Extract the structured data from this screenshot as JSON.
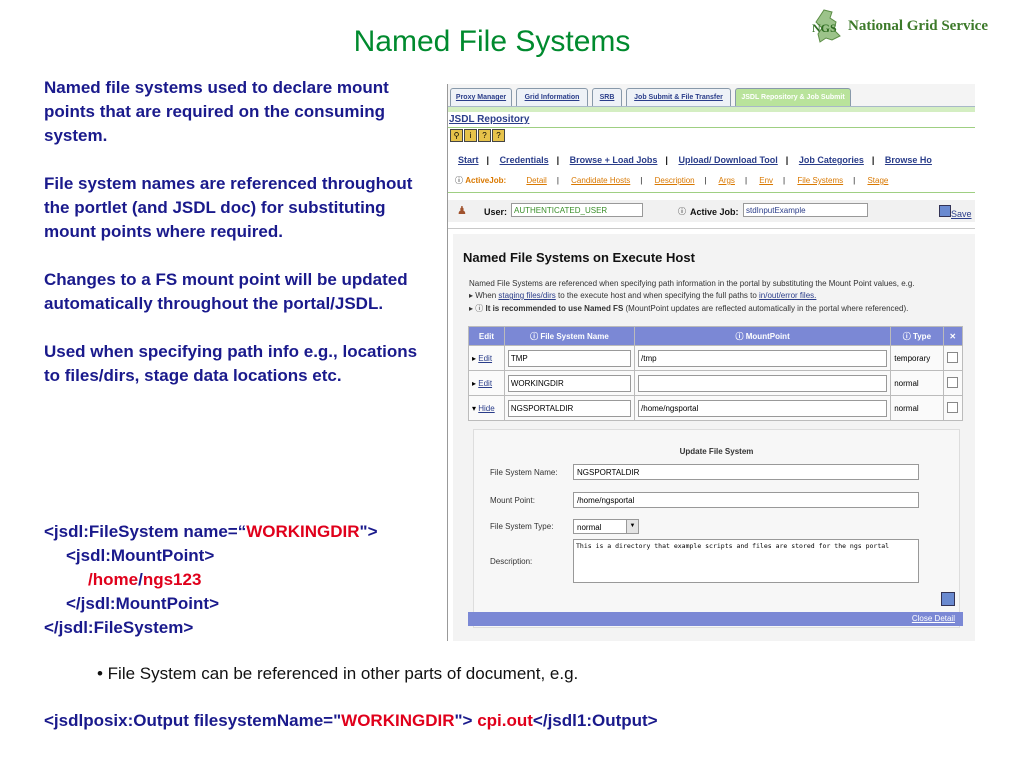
{
  "slide": {
    "title": "Named File Systems",
    "logo_text": "National Grid Service",
    "logo_letters": "NGS"
  },
  "left_text": [
    "Named file systems used to declare mount points that are required on the consuming system.",
    "File system names are referenced throughout the portlet (and JSDL doc) for substituting mount points where required.",
    "Changes to a FS mount point will be updated automatically throughout the portal/JSDL.",
    "Used when specifying path info e.g., locations to  files/dirs, stage data locations etc."
  ],
  "code": {
    "line1_a": "<jsdl:FileSystem name=“",
    "line1_b": "WORKINGDIR",
    "line1_c": "\">",
    "line2": "<jsdl:MountPoint>",
    "line3_a": "/",
    "line3_b": "home",
    "line3_c": "/",
    "line3_d": "ngs123",
    "line4": "</jsdl:MountPoint>",
    "line5": "</jsdl:FileSystem>"
  },
  "bullet": "• File System can be referenced in other parts of document, e.g.",
  "bottom_code": {
    "a": "<jsdlposix:Output filesystemName=\"",
    "b": "WORKINGDIR",
    "c": "\"> ",
    "d": "cpi.out",
    "e": "</jsdl1:Output>"
  },
  "portlet": {
    "tabs": [
      "Proxy Manager",
      "Grid Information",
      "SRB",
      "Job Submit & File Transfer",
      "JSDL Repository & Job Submit"
    ],
    "repo_title": "JSDL Repository",
    "nav": [
      "Start",
      "Credentials",
      "Browse + Load Jobs",
      "Upload/ Download Tool",
      "Job Categories",
      "Browse Ho"
    ],
    "active_job_label": "ActiveJob:",
    "active_links": [
      "Detail",
      "Candidate Hosts",
      "Description",
      "Args",
      "Env",
      "File Systems",
      "Stage"
    ],
    "user_label": "User:",
    "user_value": "AUTHENTICATED_USER",
    "active_job_label2": "Active Job:",
    "active_job_value": "stdInputExample",
    "save_label": "Save",
    "panel_title": "Named File Systems on Execute Host",
    "desc1": "Named File Systems are referenced when specifying path information in the portal by substituting the Mount Point values, e.g.",
    "desc2_a": "When",
    "desc2_link1": "staging files/dirs",
    "desc2_b": "to the execute host and when specifying the full paths to",
    "desc2_link2": "in/out/error files.",
    "desc3_a": "It is recommended to use Named FS",
    "desc3_b": "(MountPoint updates are reflected automatically in the portal where referenced).",
    "table_headers": [
      "Edit",
      "File System Name",
      "MountPoint",
      "Type"
    ],
    "rows": [
      {
        "action": "Edit",
        "name": "TMP",
        "mount": "/tmp",
        "type": "temporary"
      },
      {
        "action": "Edit",
        "name": "WORKINGDIR",
        "mount": "",
        "type": "normal"
      },
      {
        "action": "Hide",
        "name": "NGSPORTALDIR",
        "mount": "/home/ngsportal",
        "type": "normal"
      }
    ],
    "update": {
      "title": "Update File System",
      "name_label": "File System Name:",
      "name_value": "NGSPORTALDIR",
      "mount_label": "Mount Point:",
      "mount_value": "/home/ngsportal",
      "type_label": "File System Type:",
      "type_value": "normal",
      "desc_label": "Description:",
      "desc_value": "This is a directory that example scripts and files are stored for the ngs portal"
    },
    "close_label": "Close Detail"
  }
}
